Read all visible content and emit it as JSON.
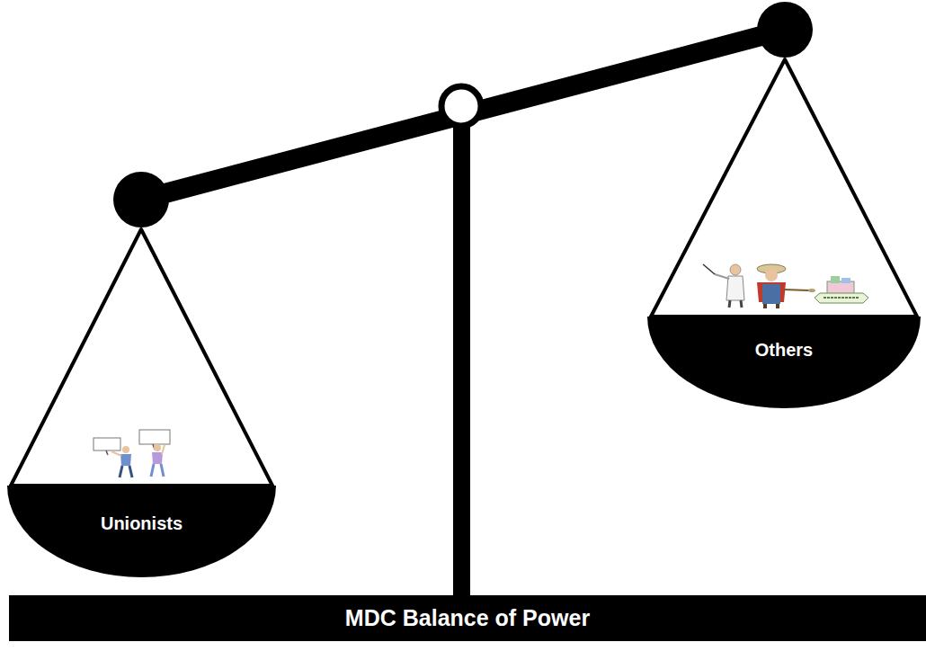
{
  "diagram": {
    "nodes": [
      {
        "text": [
          "Unionists"
        ]
      },
      {
        "text": [
          "Others"
        ]
      },
      {
        "text": [
          "MDC Balance of Power"
        ]
      }
    ]
  }
}
